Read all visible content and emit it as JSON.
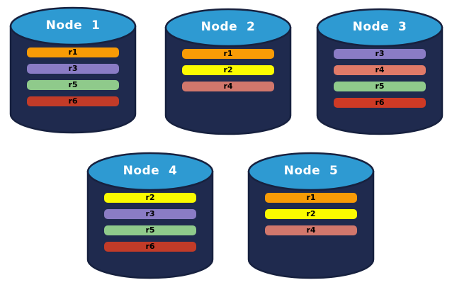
{
  "colors": {
    "background": "#ffffff",
    "cyl_body": "#1F2A4E",
    "cyl_top": "#2E9AD2",
    "cyl_stroke": "#17213F",
    "node_label_text": "#ffffff",
    "bar_label_text": "#000000",
    "r1_orange": "#F89B06",
    "r2_yellow": "#FBFB00",
    "r3_purple": "#8A7CC5",
    "r4_salmon": "#D97A6A",
    "r5_green": "#8FCA8B",
    "r6_red": "#C73927"
  },
  "nodes": [
    {
      "label": "Node  1",
      "replicas": [
        {
          "name": "r1",
          "color": "#F89B06"
        },
        {
          "name": "r3",
          "color": "#8A7CC5"
        },
        {
          "name": "r5",
          "color": "#8FCA8B"
        },
        {
          "name": "r6",
          "color": "#C23B28"
        }
      ]
    },
    {
      "label": "Node  2",
      "replicas": [
        {
          "name": "r1",
          "color": "#F89B06"
        },
        {
          "name": "r2",
          "color": "#FBFB00"
        },
        {
          "name": "r4",
          "color": "#D1776C"
        }
      ]
    },
    {
      "label": "Node  3",
      "replicas": [
        {
          "name": "r3",
          "color": "#8A7CC5"
        },
        {
          "name": "r4",
          "color": "#E07A68"
        },
        {
          "name": "r5",
          "color": "#8FCA8B"
        },
        {
          "name": "r6",
          "color": "#CE3A25"
        }
      ]
    },
    {
      "label": "Node  4",
      "replicas": [
        {
          "name": "r2",
          "color": "#FBFB00"
        },
        {
          "name": "r3",
          "color": "#8A7CC5"
        },
        {
          "name": "r5",
          "color": "#8FCA8B"
        },
        {
          "name": "r6",
          "color": "#C23B28"
        }
      ]
    },
    {
      "label": "Node  5",
      "replicas": [
        {
          "name": "r1",
          "color": "#F89B06"
        },
        {
          "name": "r2",
          "color": "#FBFB00"
        },
        {
          "name": "r4",
          "color": "#D1776C"
        }
      ]
    }
  ]
}
